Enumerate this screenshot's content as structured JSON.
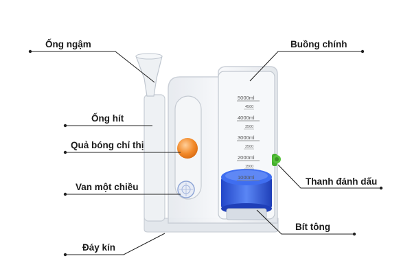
{
  "labels": {
    "mouthpiece": "Ống ngậm",
    "inhale_tube": "Ống hít",
    "indicator_ball": "Quả bóng chỉ thị",
    "one_way_valve": "Van một chiều",
    "sealed_base": "Đáy kín",
    "main_chamber": "Buồng chính",
    "marker_bar": "Thanh đánh dấu",
    "piston": "Bít tông"
  },
  "scale": {
    "major": [
      "5000ml",
      "4000ml",
      "3000ml",
      "2000ml",
      "1000ml"
    ],
    "minor": [
      "4500",
      "3500",
      "2500",
      "1500"
    ]
  },
  "colors": {
    "ball": "#f08a24",
    "piston": "#2f5fe0",
    "marker": "#46b02e",
    "leader": "#222222",
    "plastic": "#dfe4ea"
  }
}
